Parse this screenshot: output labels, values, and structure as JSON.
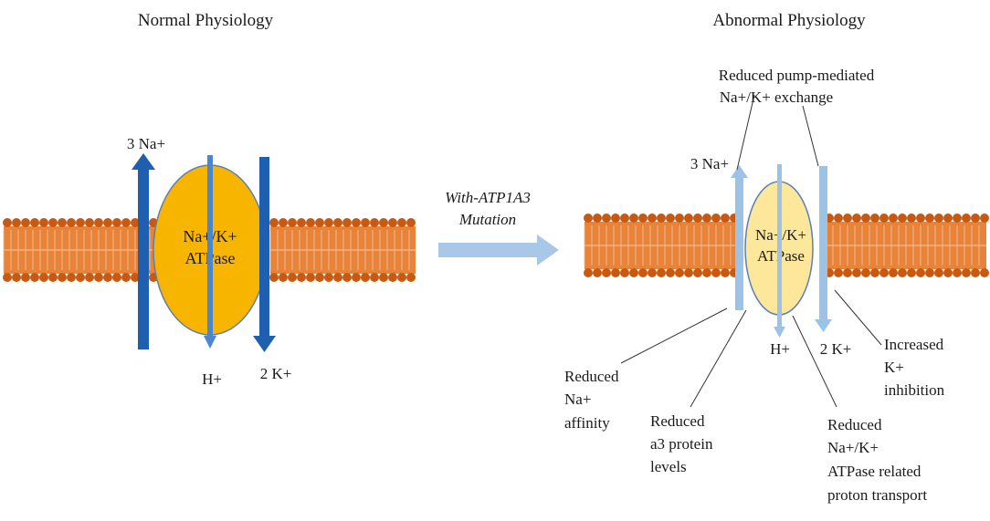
{
  "left_panel": {
    "title": "Normal Physiology",
    "pump_label_line1": "Na+/K+",
    "pump_label_line2": "ATPase",
    "na_label": "3 Na+",
    "h_label": "H+",
    "k_label": "2 K+"
  },
  "transition": {
    "label_line1": "With-ATP1A3",
    "label_line2": "Mutation"
  },
  "right_panel": {
    "title": "Abnormal Physiology",
    "pump_label_line1": "Na+/K+",
    "pump_label_line2": "ATPase",
    "na_label": "3 Na+",
    "h_label": "H+",
    "k_label": "2 K+",
    "callouts": {
      "exchange": [
        "Reduced pump-mediated",
        "Na+/K+ exchange"
      ],
      "na_affinity": [
        "Reduced",
        "Na+",
        "affinity"
      ],
      "protein_levels": [
        "Reduced",
        "a3 protein",
        "levels"
      ],
      "proton_transport": [
        "Reduced",
        "Na+/K+",
        "ATPase related",
        "proton transport"
      ],
      "k_inhibition": [
        "Increased",
        "K+",
        "inhibition"
      ]
    }
  },
  "colors": {
    "membrane": "#e8833a",
    "phospholipid_head": "#c75a12",
    "pump_normal": "#f7b500",
    "pump_normal_border": "#5b7fb8",
    "pump_abnormal": "#fde79a",
    "arrow_normal": "#1e5fb0",
    "arrow_abnormal": "#9cc3e6",
    "transition_arrow": "#a9c8e8"
  }
}
